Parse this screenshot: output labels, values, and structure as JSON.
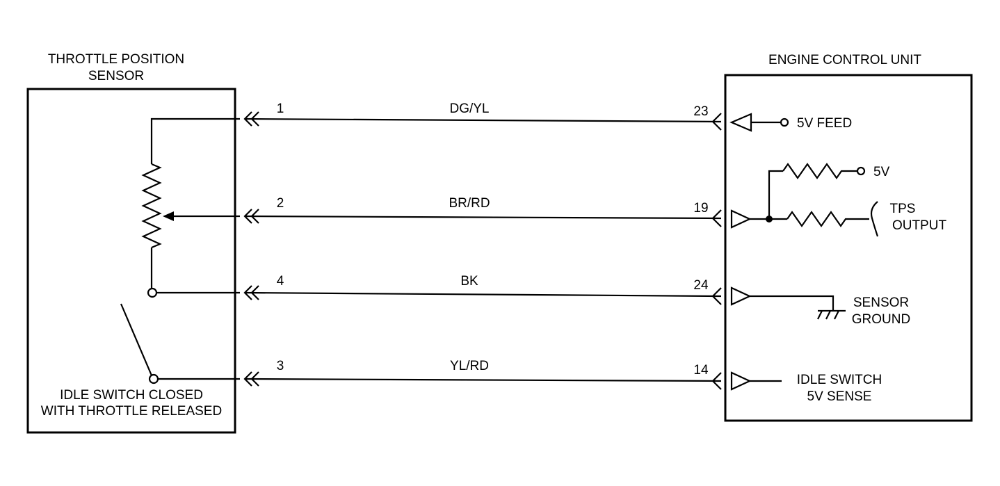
{
  "tps": {
    "title_line1": "THROTTLE POSITION",
    "title_line2": "SENSOR",
    "idle_note_line1": "IDLE SWITCH CLOSED",
    "idle_note_line2": "WITH THROTTLE RELEASED"
  },
  "ecu": {
    "title": "ENGINE CONTROL UNIT",
    "feed_label": "5V FEED",
    "pullup_label": "5V",
    "tps_output_line1": "TPS",
    "tps_output_line2": "OUTPUT",
    "ground_line1": "SENSOR",
    "ground_line2": "GROUND",
    "idle_sense_line1": "IDLE SWITCH",
    "idle_sense_line2": "5V SENSE"
  },
  "wires": [
    {
      "sensor_pin": "1",
      "color_code": "DG/YL",
      "ecu_pin": "23"
    },
    {
      "sensor_pin": "2",
      "color_code": "BR/RD",
      "ecu_pin": "19"
    },
    {
      "sensor_pin": "4",
      "color_code": "BK",
      "ecu_pin": "24"
    },
    {
      "sensor_pin": "3",
      "color_code": "YL/RD",
      "ecu_pin": "14"
    }
  ]
}
